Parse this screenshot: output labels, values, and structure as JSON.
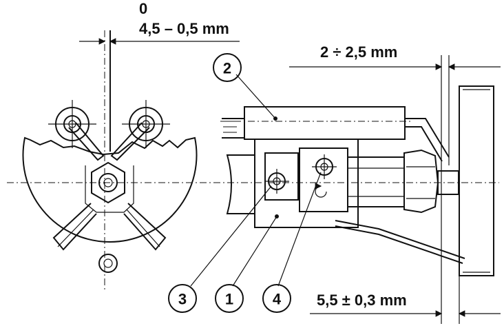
{
  "dimensions": {
    "electrode_gap_tolerance_upper": "0",
    "electrode_gap": "4,5 – 0,5 mm",
    "electrode_to_diffuser": "2 ÷ 2,5 mm",
    "electrode_tip_offset": "5,5 ± 0,3 mm"
  },
  "callouts": [
    {
      "label": "1"
    },
    {
      "label": "2"
    },
    {
      "label": "3"
    },
    {
      "label": "4"
    }
  ]
}
